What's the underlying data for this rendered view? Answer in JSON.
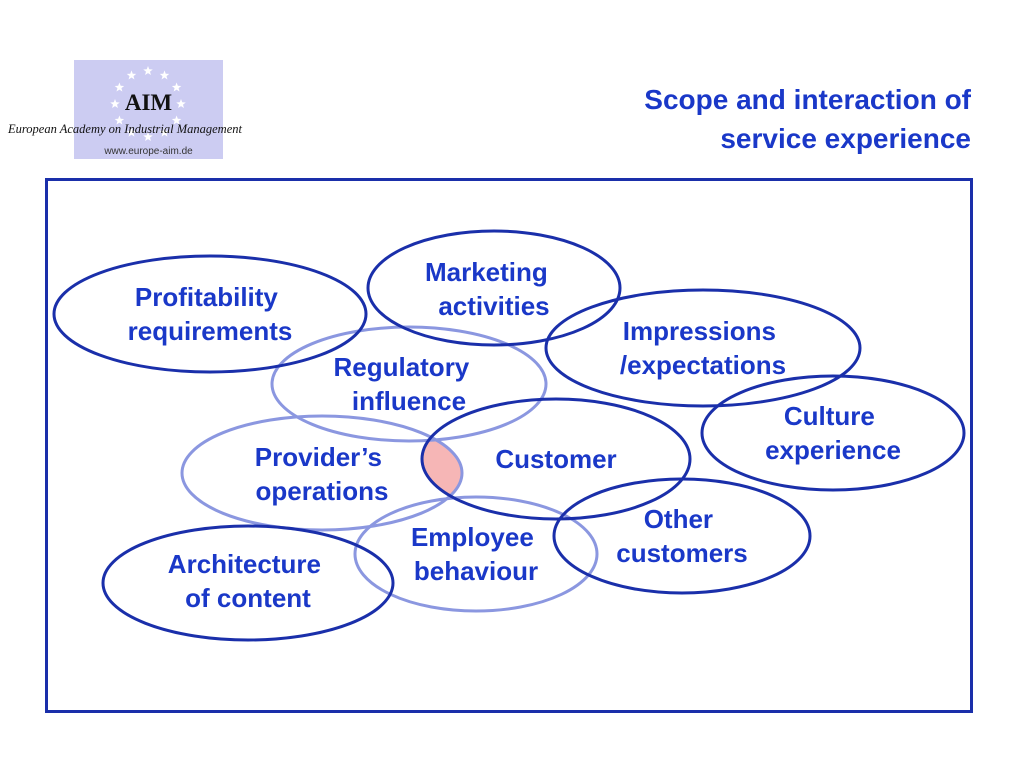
{
  "logo": {
    "title": "AIM",
    "subtitle": "European Academy on Industrial Management",
    "url": "www.europe-aim.de",
    "icon": "eu-stars-icon",
    "background": "#ccccf2"
  },
  "slide": {
    "title_line1": "Scope and interaction of",
    "title_line2": "service experience",
    "title_color": "#1a38c8"
  },
  "diagram": {
    "stroke_color": "#1a2faa",
    "faded_stroke_color": "#8b97e0",
    "overlap_fill": "#f6b6b6",
    "bubbles": [
      {
        "id": "marketing",
        "lines": [
          "Marketing",
          "activities"
        ]
      },
      {
        "id": "profitability",
        "lines": [
          "Profitability",
          "requirements"
        ]
      },
      {
        "id": "impressions",
        "lines": [
          "Impressions",
          "/expectations"
        ]
      },
      {
        "id": "regulatory",
        "lines": [
          "Regulatory",
          "influence"
        ]
      },
      {
        "id": "culture",
        "lines": [
          "Culture",
          "experience"
        ]
      },
      {
        "id": "provider",
        "lines": [
          "Provider’s",
          "operations"
        ]
      },
      {
        "id": "customer",
        "lines": [
          "Customer"
        ]
      },
      {
        "id": "other-customers",
        "lines": [
          "Other",
          "customers"
        ]
      },
      {
        "id": "employee",
        "lines": [
          "Employee",
          "behaviour"
        ]
      },
      {
        "id": "architecture",
        "lines": [
          "Architecture",
          "of content"
        ]
      }
    ]
  }
}
